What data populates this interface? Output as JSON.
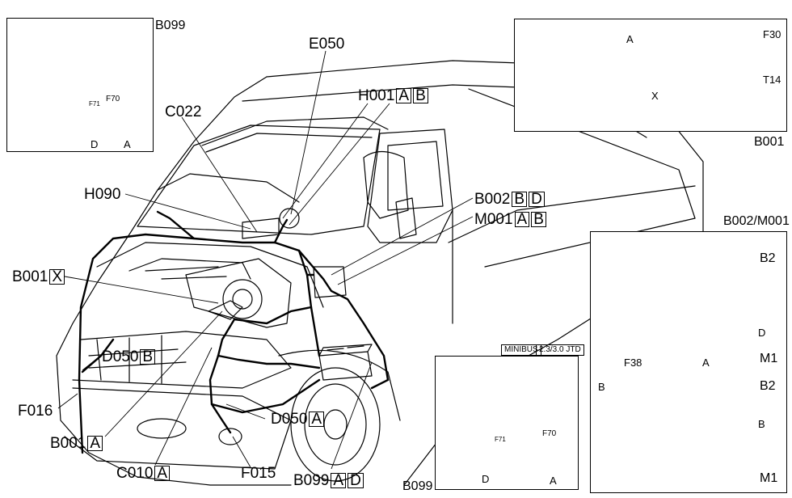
{
  "insets": {
    "b099_top": {
      "title": "B099",
      "label_d": "D",
      "label_a": "A",
      "fuse_f70": "F70",
      "fuse_f71": "F71"
    },
    "b001": {
      "title": "B001",
      "label_a": "A",
      "label_x": "X",
      "label_f30": "F30",
      "label_t14": "T14"
    },
    "b002_m001": {
      "title": "B002/M001",
      "label_b2_top": "B2",
      "label_m1_top": "M1",
      "label_d": "D",
      "label_f38": "F38",
      "label_a": "A",
      "label_b_left": "B",
      "label_b2_bottom": "B2",
      "label_b_right": "B",
      "label_m1_bottom": "M1"
    },
    "b099_bottom": {
      "title": "B099",
      "tag_minibus": "MINIBUS",
      "tag_engine": "2.3/3.0 JTD",
      "label_d": "D",
      "label_a": "A",
      "fuse_f70": "F70",
      "fuse_f71": "F71"
    }
  },
  "callouts": {
    "e050": "E050",
    "h001": {
      "code": "H001",
      "tags": [
        "A",
        "B"
      ]
    },
    "c022": "C022",
    "h090": "H090",
    "b002": {
      "code": "B002",
      "tags": [
        "B",
        "D"
      ]
    },
    "m001": {
      "code": "M001",
      "tags": [
        "A",
        "B"
      ]
    },
    "b001x": {
      "code": "B001",
      "tags": [
        "X"
      ]
    },
    "d050b": {
      "code": "D050",
      "tags": [
        "B"
      ]
    },
    "f016": "F016",
    "d050a": {
      "code": "D050",
      "tags": [
        "A"
      ]
    },
    "b001a": {
      "code": "B001",
      "tags": [
        "A"
      ]
    },
    "c010a": {
      "code": "C010",
      "tags": [
        "A"
      ]
    },
    "f015": "F015",
    "b099ad": {
      "code": "B099",
      "tags": [
        "A",
        "D"
      ]
    }
  }
}
